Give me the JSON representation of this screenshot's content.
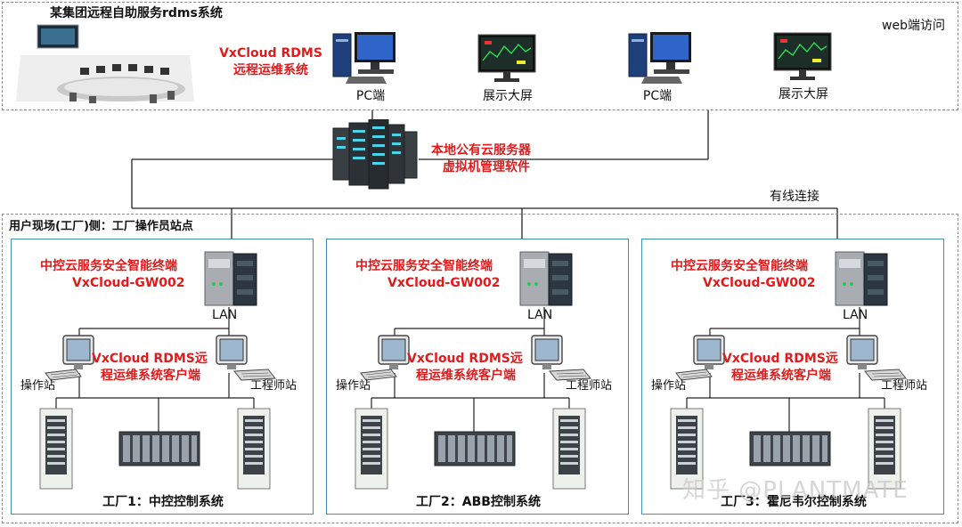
{
  "top": {
    "group_title": "某集团远程自助服务rdms系统",
    "web_access": "web端访问",
    "rdms_line1": "VxCloud RDMS",
    "rdms_line2": "远程运维系统",
    "pc1": "PC端",
    "screen1": "展示大屏",
    "pc2": "PC端",
    "screen2": "展示大屏"
  },
  "server": {
    "line1": "本地公有云服务器",
    "line2": "虚拟机管理软件"
  },
  "wired": "有线连接",
  "site_title": "用户现场(工厂)侧：工厂操作员站点",
  "plants": [
    {
      "gw_line1": "中控云服务安全智能终端",
      "gw_line2": "VxCloud-GW002",
      "lan": "LAN",
      "client_line1": "VxCloud RDMS远",
      "client_line2": "程运维系统客户端",
      "operator": "操作站",
      "engineer": "工程师站",
      "caption": "工厂1：中控控制系统"
    },
    {
      "gw_line1": "中控云服务安全智能终端",
      "gw_line2": "VxCloud-GW002",
      "lan": "LAN",
      "client_line1": "VxCloud RDMS远",
      "client_line2": "程运维系统客户端",
      "operator": "操作站",
      "engineer": "工程师站",
      "caption": "工厂2：ABB控制系统"
    },
    {
      "gw_line1": "中控云服务安全智能终端",
      "gw_line2": "VxCloud-GW002",
      "lan": "LAN",
      "client_line1": "VxCloud RDMS远",
      "client_line2": "程运维系统客户端",
      "operator": "操作站",
      "engineer": "工程师站",
      "caption": "工厂3：霍尼韦尔控制系统"
    }
  ],
  "watermark": "知乎 @PLANTMATE",
  "colors": {
    "red": "#e01b1b",
    "plant_border": "#3f8fb6",
    "dash": "#8a8a8a"
  }
}
